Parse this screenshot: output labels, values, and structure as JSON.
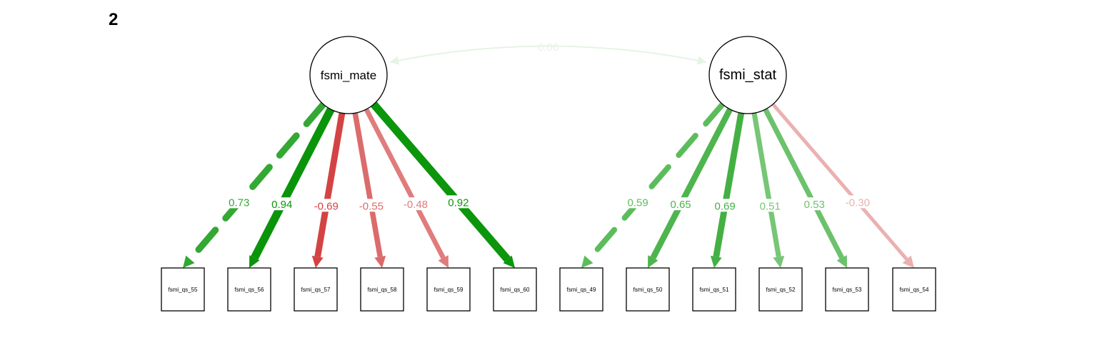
{
  "panel_label": "2",
  "latents": [
    {
      "id": "mate",
      "label": "fsmi_mate"
    },
    {
      "id": "stat",
      "label": "fsmi_stat"
    }
  ],
  "covariance": {
    "from": "mate",
    "to": "stat",
    "label": "0.06",
    "color": "#e5f4e5"
  },
  "indicators": [
    {
      "id": "fsmi_qs_55",
      "label": "fsmi_qs_55"
    },
    {
      "id": "fsmi_qs_56",
      "label": "fsmi_qs_56"
    },
    {
      "id": "fsmi_qs_57",
      "label": "fsmi_qs_57"
    },
    {
      "id": "fsmi_qs_58",
      "label": "fsmi_qs_58"
    },
    {
      "id": "fsmi_qs_59",
      "label": "fsmi_qs_59"
    },
    {
      "id": "fsmi_qs_60",
      "label": "fsmi_qs_60"
    },
    {
      "id": "fsmi_qs_49",
      "label": "fsmi_qs_49"
    },
    {
      "id": "fsmi_qs_50",
      "label": "fsmi_qs_50"
    },
    {
      "id": "fsmi_qs_51",
      "label": "fsmi_qs_51"
    },
    {
      "id": "fsmi_qs_52",
      "label": "fsmi_qs_52"
    },
    {
      "id": "fsmi_qs_53",
      "label": "fsmi_qs_53"
    },
    {
      "id": "fsmi_qs_54",
      "label": "fsmi_qs_54"
    }
  ],
  "loadings": [
    {
      "from": "mate",
      "to": "fsmi_qs_55",
      "value": 0.73,
      "label": "0.73",
      "dashed": true,
      "color": "#33a833"
    },
    {
      "from": "mate",
      "to": "fsmi_qs_56",
      "value": 0.94,
      "label": "0.94",
      "dashed": false,
      "color": "#0a940a"
    },
    {
      "from": "mate",
      "to": "fsmi_qs_57",
      "value": -0.69,
      "label": "-0.69",
      "dashed": false,
      "color": "#d44343"
    },
    {
      "from": "mate",
      "to": "fsmi_qs_58",
      "value": -0.55,
      "label": "-0.55",
      "dashed": false,
      "color": "#dc6b6b"
    },
    {
      "from": "mate",
      "to": "fsmi_qs_59",
      "value": -0.48,
      "label": "-0.48",
      "dashed": false,
      "color": "#e07c7c"
    },
    {
      "from": "mate",
      "to": "fsmi_qs_60",
      "value": 0.92,
      "label": "0.92",
      "dashed": false,
      "color": "#0b960b"
    },
    {
      "from": "stat",
      "to": "fsmi_qs_49",
      "value": 0.59,
      "label": "0.59",
      "dashed": true,
      "color": "#5cbc5c"
    },
    {
      "from": "stat",
      "to": "fsmi_qs_50",
      "value": 0.65,
      "label": "0.65",
      "dashed": false,
      "color": "#4eb54e"
    },
    {
      "from": "stat",
      "to": "fsmi_qs_51",
      "value": 0.69,
      "label": "0.69",
      "dashed": false,
      "color": "#44b044"
    },
    {
      "from": "stat",
      "to": "fsmi_qs_52",
      "value": 0.51,
      "label": "0.51",
      "dashed": false,
      "color": "#76c676"
    },
    {
      "from": "stat",
      "to": "fsmi_qs_53",
      "value": 0.53,
      "label": "0.53",
      "dashed": false,
      "color": "#6cc26c"
    },
    {
      "from": "stat",
      "to": "fsmi_qs_54",
      "value": -0.3,
      "label": "-0.30",
      "dashed": false,
      "color": "#ebb0b0"
    }
  ]
}
